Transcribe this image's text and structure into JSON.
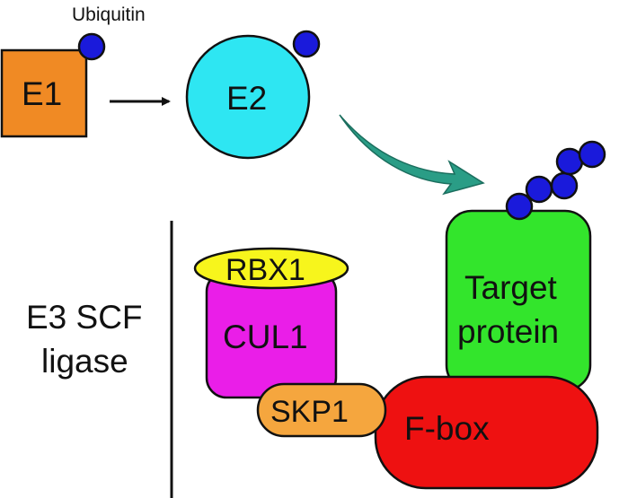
{
  "labels": {
    "ubiquitin": "Ubiquitin",
    "e1": "E1",
    "e2": "E2",
    "e3_line1": "E3 SCF",
    "e3_line2": "ligase",
    "rbx1": "RBX1",
    "cul1": "CUL1",
    "skp1": "SKP1",
    "fbox": "F-box",
    "target_line1": "Target",
    "target_line2": "protein"
  },
  "colors": {
    "ubiquitin": "#1a1adb",
    "e1": "#f08a24",
    "e2": "#2ee6f2",
    "rbx1": "#f7f51c",
    "cul1": "#ea1ee8",
    "skp1": "#f5a63e",
    "fbox": "#ee1111",
    "target": "#33e52c",
    "curved_arrow": "#2a9d86",
    "outline": "#111111"
  }
}
